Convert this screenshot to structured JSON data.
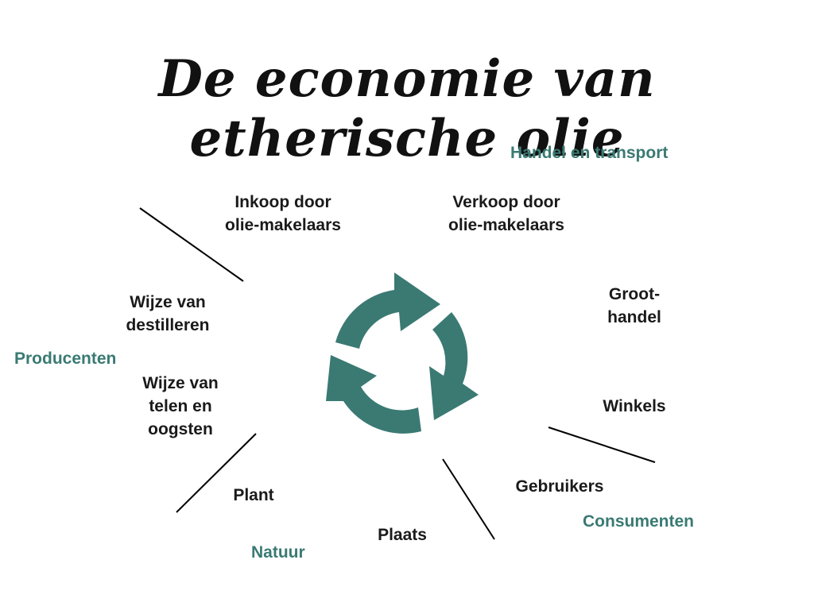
{
  "title": "De economie van etherische olie",
  "categories": {
    "trade": "Handel en transport",
    "producers": "Producenten",
    "consumers": "Consumenten",
    "nature": "Natuur"
  },
  "labels": {
    "purchase": "Inkoop door\nolie-makelaars",
    "sale": "Verkoop door\nolie-makelaars",
    "wholesale": "Groot-\nhandel",
    "distilling": "Wijze van\ndestilleren",
    "growing": "Wijze van\ntelen en\noogsten",
    "shops": "Winkels",
    "users": "Gebruikers",
    "plant": "Plant",
    "place": "Plaats"
  },
  "colors": {
    "accent": "#3a7a73",
    "text": "#1a1a1a"
  },
  "icons": {
    "center": "recycle-cycle-icon"
  }
}
